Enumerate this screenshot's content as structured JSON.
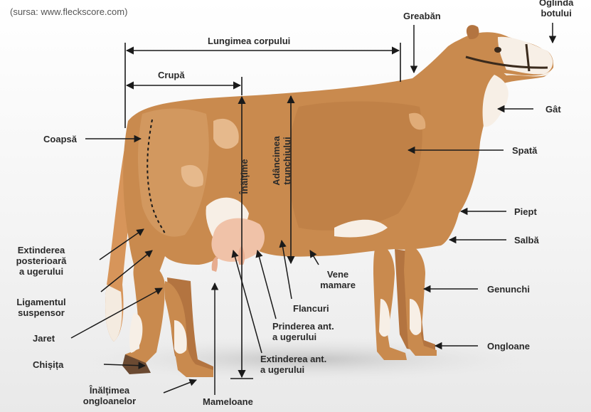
{
  "source": "(sursa: www.fleckscore.com)",
  "labels": {
    "lungimea_corpului": "Lungimea corpului",
    "crupa": "Crupă",
    "greaban": "Greabăn",
    "oglinda_botului": "Oglinda\nbotului",
    "gat": "Gât",
    "spata": "Spată",
    "piept": "Piept",
    "salba": "Salbă",
    "genunchi": "Genunchi",
    "ongloane": "Ongloane",
    "coapsa": "Coapsă",
    "extinderea_posterioara": "Extinderea\nposterioară\na ugerului",
    "ligamentul_suspensor": "Ligamentul\nsuspensor",
    "jaret": "Jaret",
    "chisita": "Chișița",
    "inaltimea_ongloanelor": "Înălțimea\nongloanelor",
    "mameloane": "Mameloane",
    "extinderea_ant": "Extinderea ant.\na ugerului",
    "prinderea_ant": "Prinderea ant.\na ugerului",
    "flancuri": "Flancuri",
    "vene_mamare": "Vene\nmamare",
    "inaltime": "Înălțime",
    "adancimea_trunchiului": "Adâncimea\ntrunchiului"
  },
  "colors": {
    "coat": "#c98a4e",
    "coat_dark": "#a86a35",
    "coat_light": "#dca26a",
    "white_patch": "#f7efe6",
    "line": "#1a1a1a",
    "text": "#2a2a2a"
  }
}
